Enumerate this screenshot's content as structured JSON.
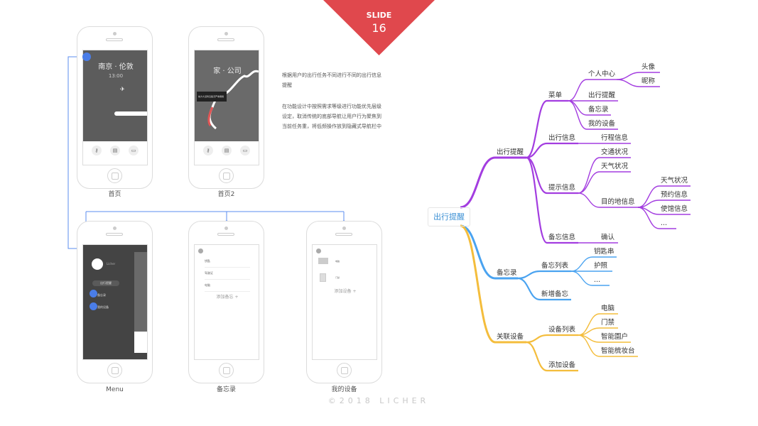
{
  "slide": {
    "label": "SLIDE",
    "number": "16"
  },
  "description": {
    "title": "根据用户的出行任务不同进行不同的出行信息提醒",
    "body": "在功能设计中按照需求等级进行功能优先层级设定，取消传统的底部导航让用户行为聚焦到当前任务重，将低频操作放到隐藏式导航栏中"
  },
  "screens": {
    "home": {
      "label": "首页",
      "route": "南京 · 伦敦",
      "time": "13:00",
      "tabs": [
        "钥匙",
        "驾驶证",
        "电脑"
      ]
    },
    "home2": {
      "label": "首页2",
      "route": "家 · 公司",
      "tooltip": "前方大道附近路况严重拥堵",
      "tabs": [
        "钥匙",
        "驾驶证",
        "电脑"
      ]
    },
    "menu": {
      "label": "Menu",
      "user": "Licher",
      "items": [
        "出行提醒",
        "备忘录",
        "我的设备"
      ]
    },
    "memo": {
      "label": "备忘录",
      "items": [
        "钥匙",
        "驾驶证",
        "电脑"
      ],
      "add": "添加备忘 +"
    },
    "devices": {
      "label": "我的设备",
      "items": [
        "电脑",
        "门禁"
      ],
      "add": "添加设备 +"
    }
  },
  "mindmap": {
    "root": "出行提醒",
    "nodes": [
      "出行提醒",
      "菜单",
      "个人中心",
      "头像",
      "昵称",
      "出行提醒",
      "备忘录",
      "我的设备",
      "出行信息",
      "行程信息",
      "提示信息",
      "交通状况",
      "天气状况",
      "目的地信息",
      "天气状况",
      "预约信息",
      "使馆信息",
      "...",
      "备忘信息",
      "确认",
      "备忘录",
      "备忘列表",
      "钥匙串",
      "护照",
      "...",
      "新增备忘",
      "关联设备",
      "设备列表",
      "电脑",
      "门禁",
      "智能園户",
      "智能梳妆台",
      "添加设备"
    ],
    "colors": {
      "purple": "#a33de0",
      "blue": "#4aa3f0",
      "yellow": "#f4bd3c",
      "connector": "#5b8def"
    }
  },
  "footer": "©2018  LICHER"
}
